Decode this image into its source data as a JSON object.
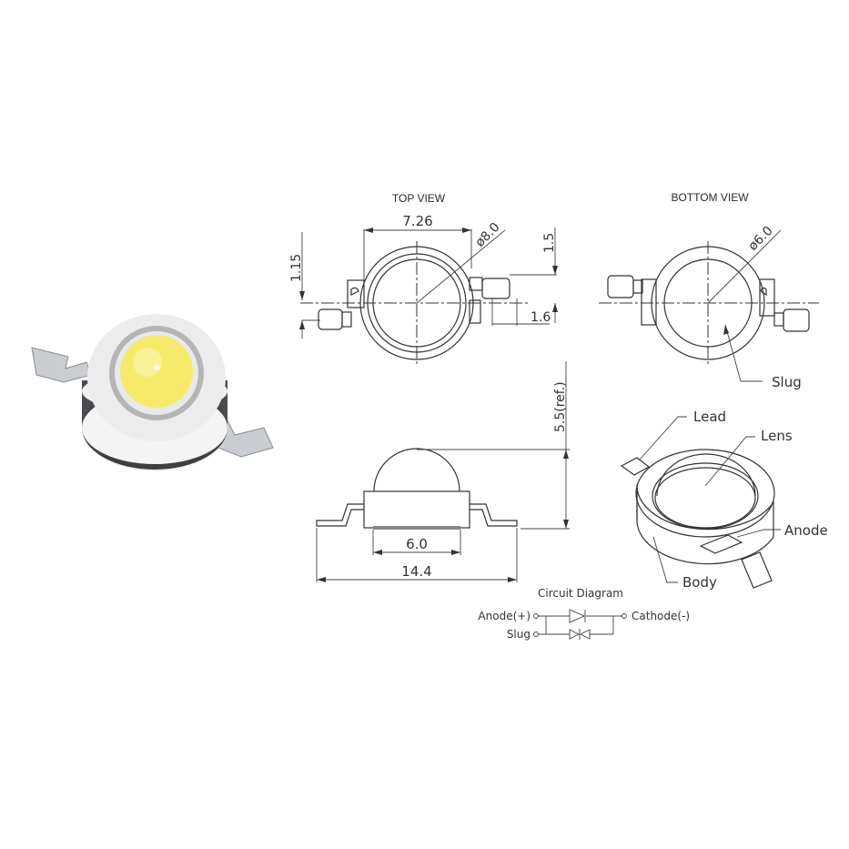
{
  "photo": {
    "caption": "",
    "lens_color": "#f6ea6a"
  },
  "top_view": {
    "title": "TOP VIEW",
    "dim_width": "7.26",
    "dim_diameter": "ø8.0",
    "dim_left": "1.15",
    "dim_right_top": "1.5",
    "dim_right_lead": "1.6"
  },
  "bottom_view": {
    "title": "BOTTOM VIEW",
    "dim_diameter": "ø6.0",
    "slug_label": "Slug"
  },
  "side_view": {
    "dim_height": "5.5(ref.)",
    "dim_slug": "6.0",
    "dim_total": "14.4"
  },
  "iso_view": {
    "lead_label": "Lead",
    "lens_label": "Lens",
    "anode_label": "Anode",
    "body_label": "Body"
  },
  "circuit": {
    "title": "Circuit Diagram",
    "anode": "Anode(+)",
    "cathode": "Cathode(-)",
    "slug": "Slug"
  }
}
